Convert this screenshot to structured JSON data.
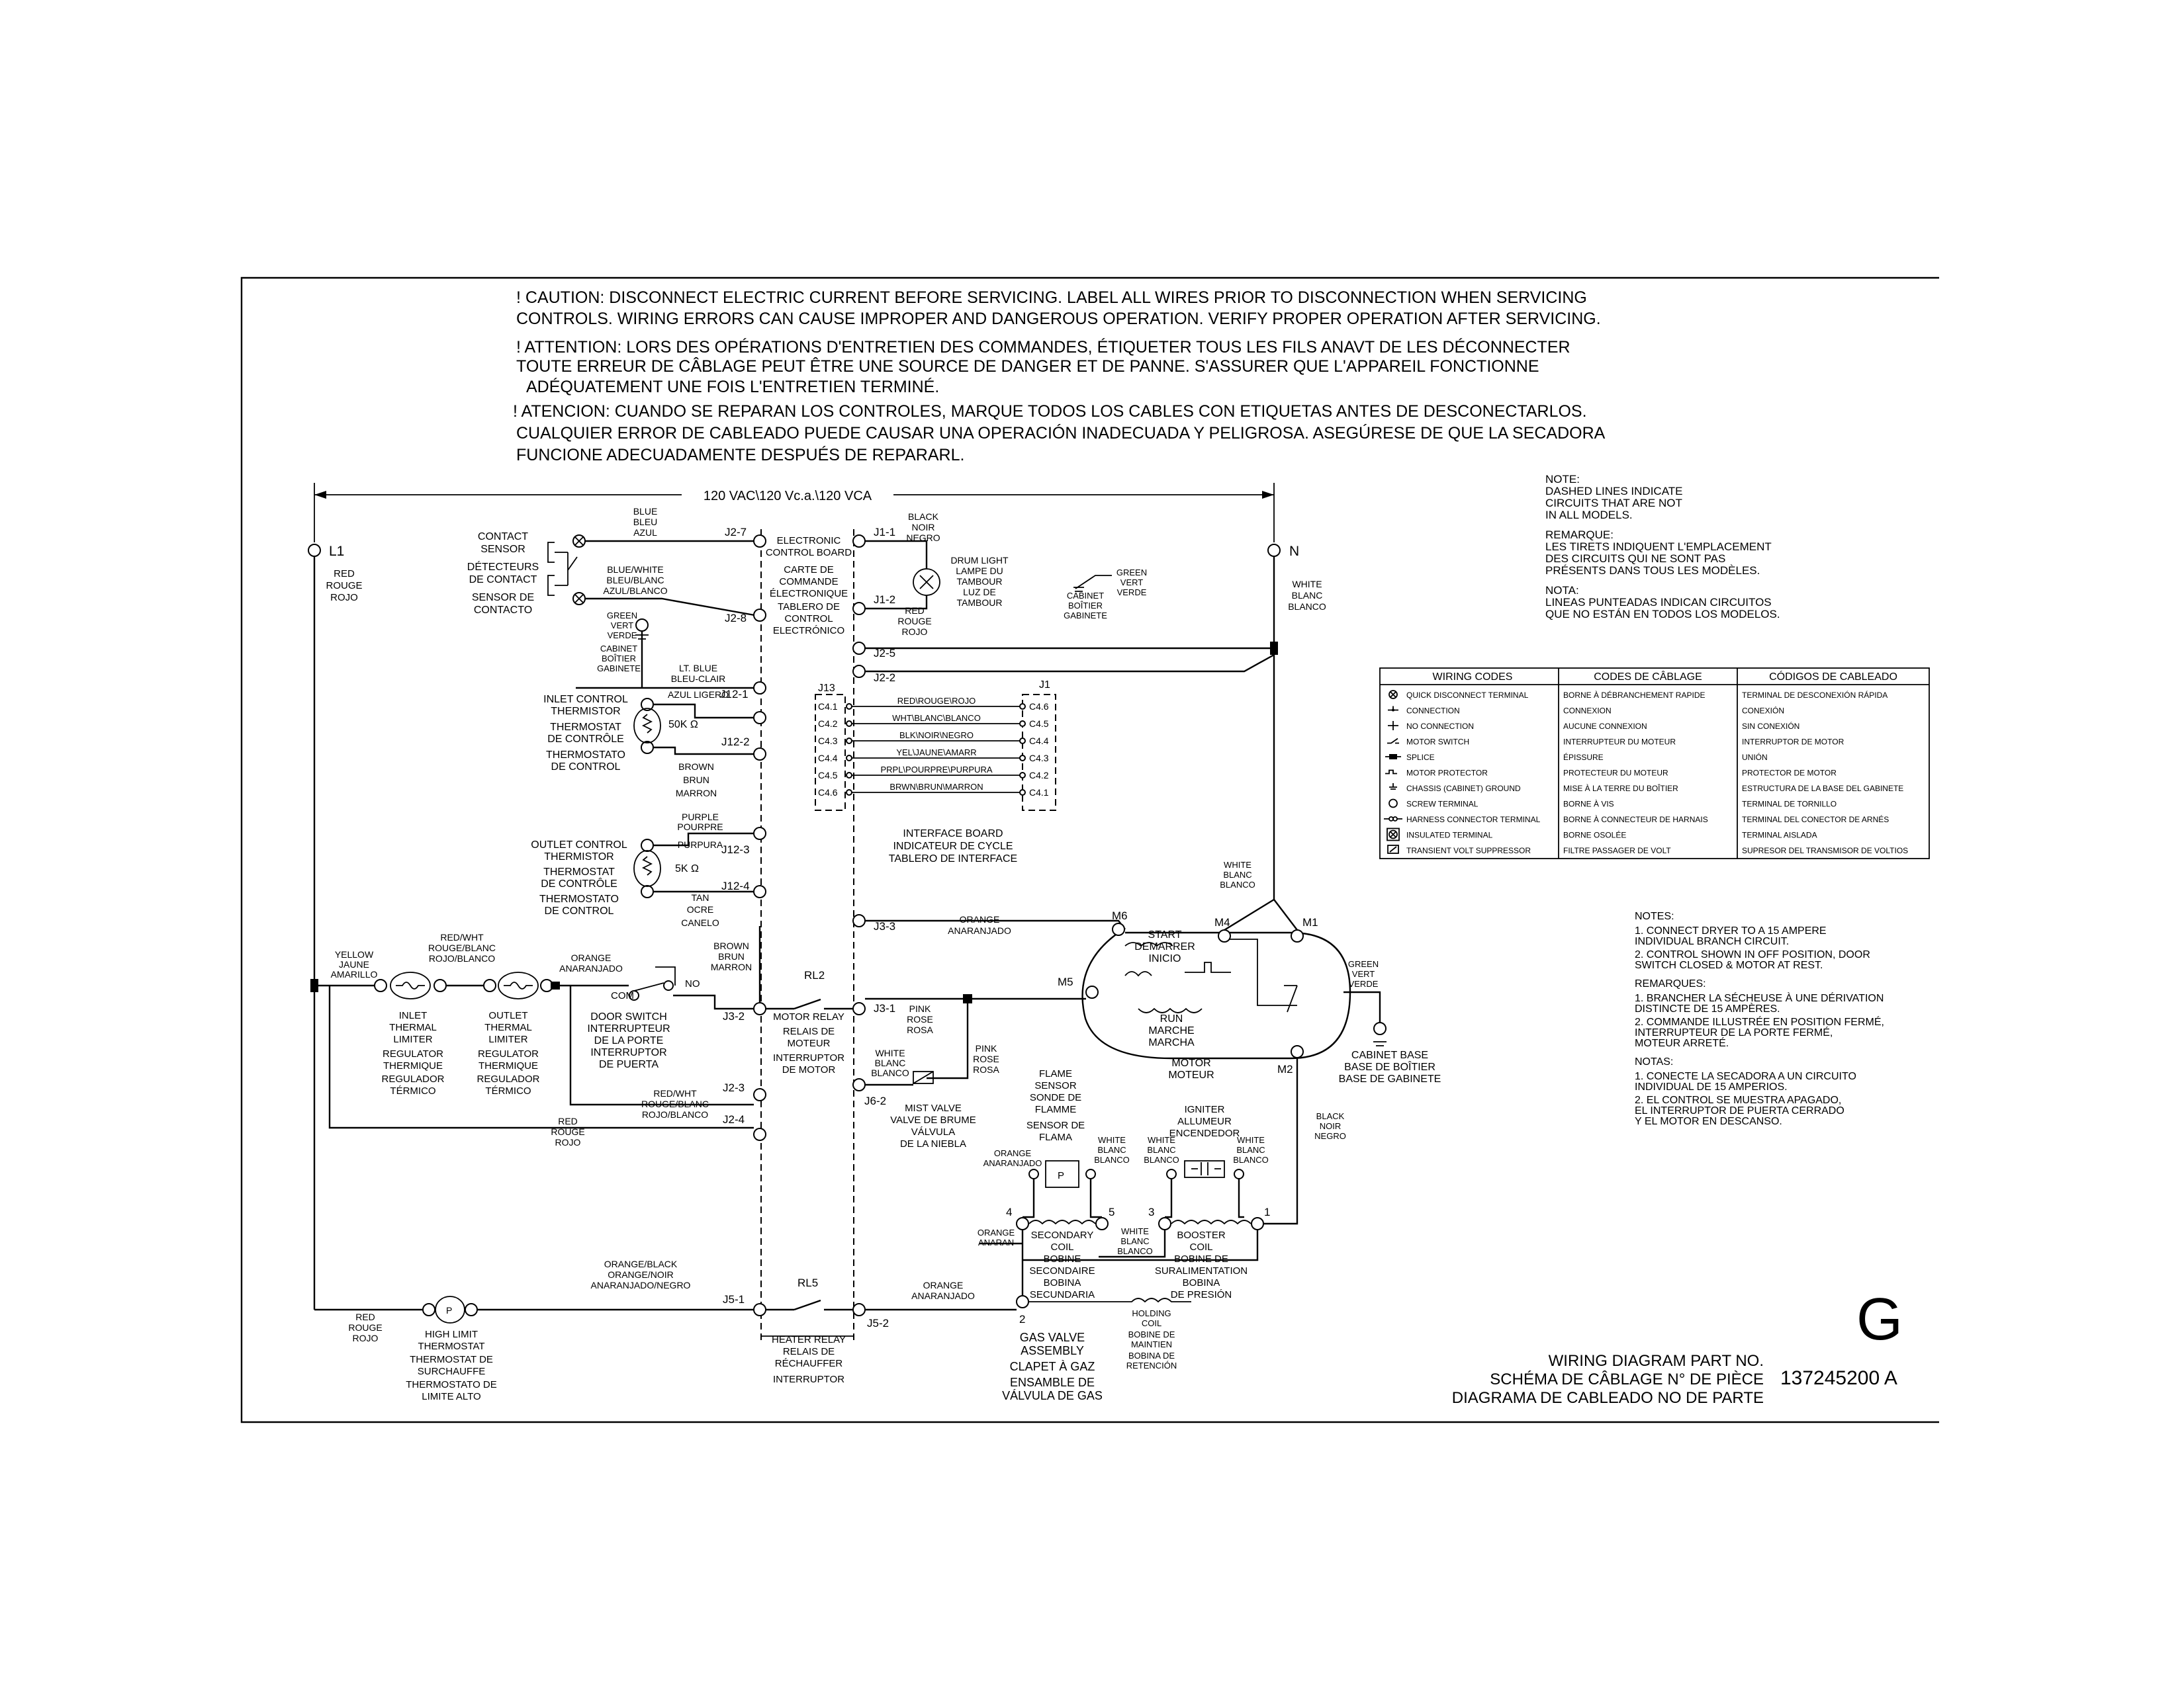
{
  "cautions": {
    "en": [
      "! CAUTION: DISCONNECT ELECTRIC CURRENT BEFORE SERVICING. LABEL ALL WIRES PRIOR TO DISCONNECTION WHEN SERVICING",
      "CONTROLS. WIRING ERRORS CAN CAUSE IMPROPER AND DANGEROUS OPERATION. VERIFY PROPER OPERATION AFTER SERVICING."
    ],
    "fr": [
      "! ATTENTION: LORS DES OPÉRATIONS D'ENTRETIEN DES COMMANDES, ÉTIQUETER TOUS LES FILS ANAVT DE LES DÉCONNECTER",
      "TOUTE ERREUR DE CÂBLAGE PEUT ÊTRE UNE SOURCE DE DANGER ET DE PANNE. S'ASSURER QUE L'APPAREIL FONCTIONNE",
      "ADÉQUATEMENT UNE FOIS L'ENTRETIEN TERMINÉ."
    ],
    "es": [
      "! ATENCION: CUANDO SE REPARAN LOS CONTROLES, MARQUE TODOS LOS CABLES CON ETIQUETAS ANTES DE DESCONECTARLOS.",
      "CUALQUIER ERROR DE CABLEADO PUEDE CAUSAR UNA OPERACIÓN INADECUADA Y PELIGROSA. ASEGÚRESE DE QUE LA SECADORA",
      "FUNCIONE ADECUADAMENTE DESPUÉS DE REPARARL."
    ]
  },
  "voltage_label": "120 VAC\\120 Vc.a.\\120 VCA",
  "lines": {
    "l1": "L1",
    "n": "N"
  },
  "dashed_note": [
    "NOTE:",
    "DASHED LINES INDICATE",
    "CIRCUITS THAT ARE NOT",
    "IN ALL MODELS.",
    "REMARQUE:",
    "LES TIRETS INDIQUENT L'EMPLACEMENT",
    "DES CIRCUITS QUI NE SONT PAS",
    "PRÉSENTS DANS TOUS LES MODÈLES.",
    "NOTA:",
    "LINEAS PUNTEADAS INDICAN CIRCUITOS",
    "QUE NO ESTÁN EN TODOS LOS MODELOS."
  ],
  "wiring_codes": {
    "headers": [
      "WIRING CODES",
      "CODES DE CÂBLAGE",
      "CÓDIGOS DE CABLEADO"
    ],
    "rows": [
      {
        "en": "QUICK DISCONNECT TERMINAL",
        "fr": "BORNE À DÉBRANCHEMENT RAPIDE",
        "es": "TERMINAL DE DESCONEXIÓN RÁPIDA",
        "icon": "quick-disconnect-icon"
      },
      {
        "en": "CONNECTION",
        "fr": "CONNEXION",
        "es": "CONEXIÓN",
        "icon": "connection-icon"
      },
      {
        "en": "NO CONNECTION",
        "fr": "AUCUNE CONNEXION",
        "es": "SIN CONEXIÓN",
        "icon": "no-connection-icon"
      },
      {
        "en": "MOTOR SWITCH",
        "fr": "INTERRUPTEUR DU MOTEUR",
        "es": "INTERRUPTOR DE MOTOR",
        "icon": "motor-switch-icon"
      },
      {
        "en": "SPLICE",
        "fr": "ÉPISSURE",
        "es": "UNIÓN",
        "icon": "splice-icon"
      },
      {
        "en": "MOTOR PROTECTOR",
        "fr": "PROTECTEUR DU MOTEUR",
        "es": "PROTECTOR DE MOTOR",
        "icon": "motor-protector-icon"
      },
      {
        "en": "CHASSIS (CABINET) GROUND",
        "fr": "MISE À LA TERRE DU BOÎTIER",
        "es": "ESTRUCTURA DE LA BASE DEL GABINETE",
        "icon": "chassis-ground-icon"
      },
      {
        "en": "SCREW TERMINAL",
        "fr": "BORNE À VIS",
        "es": "TERMINAL DE TORNILLO",
        "icon": "screw-terminal-icon"
      },
      {
        "en": "HARNESS CONNECTOR TERMINAL",
        "fr": "BORNE À CONNECTEUR DE HARNAIS",
        "es": "TERMINAL DEL CONECTOR DE ARNÉS",
        "icon": "harness-connector-icon"
      },
      {
        "en": "INSULATED TERMINAL",
        "fr": "BORNE OSOLÉE",
        "es": "TERMINAL AISLADA",
        "icon": "insulated-terminal-icon"
      },
      {
        "en": "TRANSIENT VOLT SUPPRESSOR",
        "fr": "FILTRE PASSAGER DE VOLT",
        "es": "SUPRESOR DEL TRANSMISOR DE VOLTIOS",
        "icon": "transient-suppressor-icon"
      }
    ]
  },
  "notes_right": [
    "NOTES:",
    "1. CONNECT DRYER TO A 15 AMPERE",
    "    INDIVIDUAL BRANCH CIRCUIT.",
    "2. CONTROL SHOWN IN OFF POSITION, DOOR",
    "    SWITCH CLOSED & MOTOR AT REST.",
    "REMARQUES:",
    "1. BRANCHER LA SÉCHEUSE À UNE DÉRIVATION",
    "    DISTINCTE DE 15 AMPÈRES.",
    "2. COMMANDE ILLUSTRÉE EN POSITION FERMÉ,",
    "    INTERRUPTEUR DE LA PORTE FERMÉ,",
    "    MOTEUR ARRETÉ.",
    "NOTAS:",
    "1. CONECTE LA SECADORA A UN CIRCUITO",
    "    INDIVIDUAL DE 15 AMPERIOS.",
    "2. EL CONTROL SE MUESTRA APAGADO,",
    "    EL INTERRUPTOR DE PUERTA CERRADO",
    "    Y EL MOTOR EN DESCANSO."
  ],
  "labels": {
    "red_l1": [
      "RED",
      "ROUGE",
      "ROJO"
    ],
    "white_n": [
      "WHITE",
      "BLANC",
      "BLANCO"
    ],
    "contact_sensor": [
      "CONTACT",
      "SENSOR",
      "DÉTECTEURS",
      "DE CONTACT",
      "SENSOR DE",
      "CONTACTO"
    ],
    "blue_wire": [
      "BLUE",
      "BLEU",
      "AZUL"
    ],
    "blue_white_wire": [
      "BLUE/WHITE",
      "BLEU/BLANC",
      "AZUL/BLANCO"
    ],
    "green_ground_cs": [
      "GREEN",
      "VERT",
      "VERDE"
    ],
    "cabinet_cs": [
      "CABINET",
      "BOÎTIER",
      "GABINETE"
    ],
    "ecb": [
      "ELECTRONIC",
      "CONTROL BOARD",
      "CARTE DE",
      "COMMANDE",
      "ÉLECTRONIQUE",
      "TABLERO DE",
      "CONTROL",
      "ELECTRÓNICO"
    ],
    "black_wire": [
      "BLACK",
      "NOIR",
      "NEGRO"
    ],
    "drum_light": [
      "DRUM LIGHT",
      "LAMPE DU",
      "TAMBOUR",
      "LUZ DE",
      "TAMBOUR"
    ],
    "red_drum": [
      "RED",
      "ROUGE",
      "ROJO"
    ],
    "cabinet_top": [
      "CABINET",
      "BOÎTIER",
      "GABINETE"
    ],
    "green_top": [
      "GREEN",
      "VERT",
      "VERDE"
    ],
    "lt_blue": [
      "LT. BLUE",
      "BLEU-CLAIR",
      "AZUL LIGERO"
    ],
    "inlet_thermistor": [
      "INLET CONTROL",
      "THERMISTOR",
      "THERMOSTAT",
      "DE CONTRÔLE",
      "THERMOSTATO",
      "DE CONTROL"
    ],
    "inlet_res": "50K Ω",
    "brown_wire": [
      "BROWN",
      "BRUN",
      "MARRON"
    ],
    "purple_wire": [
      "PURPLE",
      "POURPRE",
      "PURPURA"
    ],
    "outlet_thermistor": [
      "OUTLET CONTROL",
      "THERMISTOR",
      "THERMOSTAT",
      "DE CONTRÔLE",
      "THERMOSTATO",
      "DE CONTROL"
    ],
    "outlet_res": "5K Ω",
    "tan_wire": [
      "TAN",
      "OCRE",
      "CANELO"
    ],
    "j13": "J13",
    "j1": "J1",
    "j13_pins": [
      "C4.1",
      "C4.2",
      "C4.3",
      "C4.4",
      "C4.5",
      "C4.6"
    ],
    "j1_pins": [
      "C4.6",
      "C4.5",
      "C4.4",
      "C4.3",
      "C4.2",
      "C4.1"
    ],
    "harness_wires": [
      "RED\\ROUGE\\ROJO",
      "WHT\\BLANC\\BLANCO",
      "BLK\\NOIR\\NEGRO",
      "YEL\\JAUNE\\AMARR",
      "PRPL\\POURPRE\\PURPURA",
      "BRWN\\BRUN\\MARRON"
    ],
    "interface_board": [
      "INTERFACE BOARD",
      "INDICATEUR DE CYCLE",
      "TABLERO DE INTERFACE"
    ],
    "yellow_wire": [
      "YELLOW",
      "JAUNE",
      "AMARILLO"
    ],
    "red_wht_top": [
      "RED/WHT",
      "ROUGE/BLANC",
      "ROJO/BLANCO"
    ],
    "orange_ds": [
      "ORANGE",
      "ANARANJADO"
    ],
    "inlet_limiter": [
      "INLET",
      "THERMAL",
      "LIMITER",
      "REGULATOR",
      "THERMIQUE",
      "REGULADOR",
      "TÉRMICO"
    ],
    "outlet_limiter": [
      "OUTLET",
      "THERMAL",
      "LIMITER",
      "REGULATOR",
      "THERMIQUE",
      "REGULADOR",
      "TÉRMICO"
    ],
    "door_switch": [
      "DOOR SWITCH",
      "INTERRUPTEUR",
      "DE LA PORTE",
      "INTERRUPTOR",
      "DE PUERTA"
    ],
    "com": "COM",
    "no": "NO",
    "brown_j3": [
      "BROWN",
      "BRUN",
      "MARRON"
    ],
    "rl2": "RL2",
    "motor_relay": [
      "MOTOR RELAY",
      "RELAIS DE",
      "MOTEUR",
      "INTERRUPTOR",
      "DE MOTOR"
    ],
    "pink_j31": [
      "PINK",
      "ROSE",
      "ROSA"
    ],
    "pink_m5": [
      "PINK",
      "ROSE",
      "ROSA"
    ],
    "orange_j33": [
      "ORANGE",
      "ANARANJADO"
    ],
    "white_m1": [
      "WHITE",
      "BLANC",
      "BLANCO"
    ],
    "motor_start": [
      "START",
      "DEMARRER",
      "INICIO"
    ],
    "motor_run": [
      "RUN",
      "MARCHE",
      "MARCHA"
    ],
    "motor_name": [
      "MOTOR",
      "MOTEUR"
    ],
    "green_m1": [
      "GREEN",
      "VERT",
      "VERDE"
    ],
    "cabinet_base": [
      "CABINET BASE",
      "BASE DE BOÎTIER",
      "BASE DE GABINETE"
    ],
    "red_wht_j23": [
      "RED/WHT",
      "ROUGE/BLANC",
      "ROJO/BLANCO"
    ],
    "red_j24": [
      "RED",
      "ROUGE",
      "ROJO"
    ],
    "white_j62": [
      "WHITE",
      "BLANC",
      "BLANCO"
    ],
    "mist_valve": [
      "MIST VALVE",
      "VALVE DE BRUME",
      "VÁLVULA",
      "DE LA NIEBLA"
    ],
    "flame_sensor": [
      "FLAME",
      "SENSOR",
      "SONDE DE",
      "FLAMME",
      "SENSOR DE",
      "FLAMA"
    ],
    "igniter": [
      "IGNITER",
      "ALLUMEUR",
      "ENCENDEDOR"
    ],
    "black_m2": [
      "BLACK",
      "NOIR",
      "NEGRO"
    ],
    "orange_fs": [
      "ORANGE",
      "ANARANJADO"
    ],
    "white_fs": [
      "WHITE",
      "BLANC",
      "BLANCO"
    ],
    "white_ig1": [
      "WHITE",
      "BLANC",
      "BLANCO"
    ],
    "white_ig2": [
      "WHITE",
      "BLANC",
      "BLANCO"
    ],
    "white_coil": [
      "WHITE",
      "BLANC",
      "BLANCO"
    ],
    "orange_coil": [
      "ORANGE",
      "ANARAN"
    ],
    "secondary_coil": [
      "SECONDARY",
      "COIL",
      "BOBINE",
      "SECONDAIRE",
      "BOBINA",
      "SECUNDARIA"
    ],
    "booster_coil": [
      "BOOSTER",
      "COIL",
      "BOBINE DE",
      "SURALIMENTATION",
      "BOBINA",
      "DE PRESIÓN"
    ],
    "holding_coil": [
      "HOLDING",
      "COIL",
      "BOBINE DE",
      "MAINTIEN",
      "BOBINA DE",
      "RETENCIÓN"
    ],
    "gas_valve": [
      "GAS VALVE",
      "ASSEMBLY",
      "CLAPET À GAZ",
      "ENSAMBLE DE",
      "VÁLVULA DE GAS"
    ],
    "orange_black": [
      "ORANGE/BLACK",
      "ORANGE/NOIR",
      "ANARANJADO/NEGRO"
    ],
    "rl5": "RL5",
    "heater_relay": [
      "HEATER RELAY",
      "RELAIS DE",
      "RÉCHAUFFER",
      "INTERRUPTOR"
    ],
    "orange_j52": [
      "ORANGE",
      "ANARANJADO"
    ],
    "red_hl": [
      "RED",
      "ROUGE",
      "ROJO"
    ],
    "high_limit": [
      "HIGH LIMIT",
      "THERMOSTAT",
      "THERMOSTAT DE",
      "SURCHAUFFE",
      "THERMOSTATO DE",
      "LIMITE ALTO"
    ],
    "coil_nums": [
      "4",
      "5",
      "3",
      "1",
      "2"
    ]
  },
  "connectors": {
    "j2_7": "J2-7",
    "j2_8": "J2-8",
    "j1_1": "J1-1",
    "j1_2": "J1-2",
    "j2_5": "J2-5",
    "j2_2": "J2-2",
    "j12_1": "J12-1",
    "j12_2": "J12-2",
    "j12_3": "J12-3",
    "j12_4": "J12-4",
    "j3_2": "J3-2",
    "j3_1": "J3-1",
    "j3_3": "J3-3",
    "j2_3": "J2-3",
    "j2_4": "J2-4",
    "j6_2": "J6-2",
    "j5_1": "J5-1",
    "j5_2": "J5-2",
    "m1": "M1",
    "m2": "M2",
    "m4": "M4",
    "m5": "M5",
    "m6": "M6"
  },
  "part": {
    "lines": [
      "WIRING DIAGRAM PART NO.",
      "SCHÉMA DE CÂBLAGE N° DE PIÈCE",
      "DIAGRAMA DE CABLEADO NO DE PARTE"
    ],
    "number": "137245200 A",
    "letter": "G"
  }
}
